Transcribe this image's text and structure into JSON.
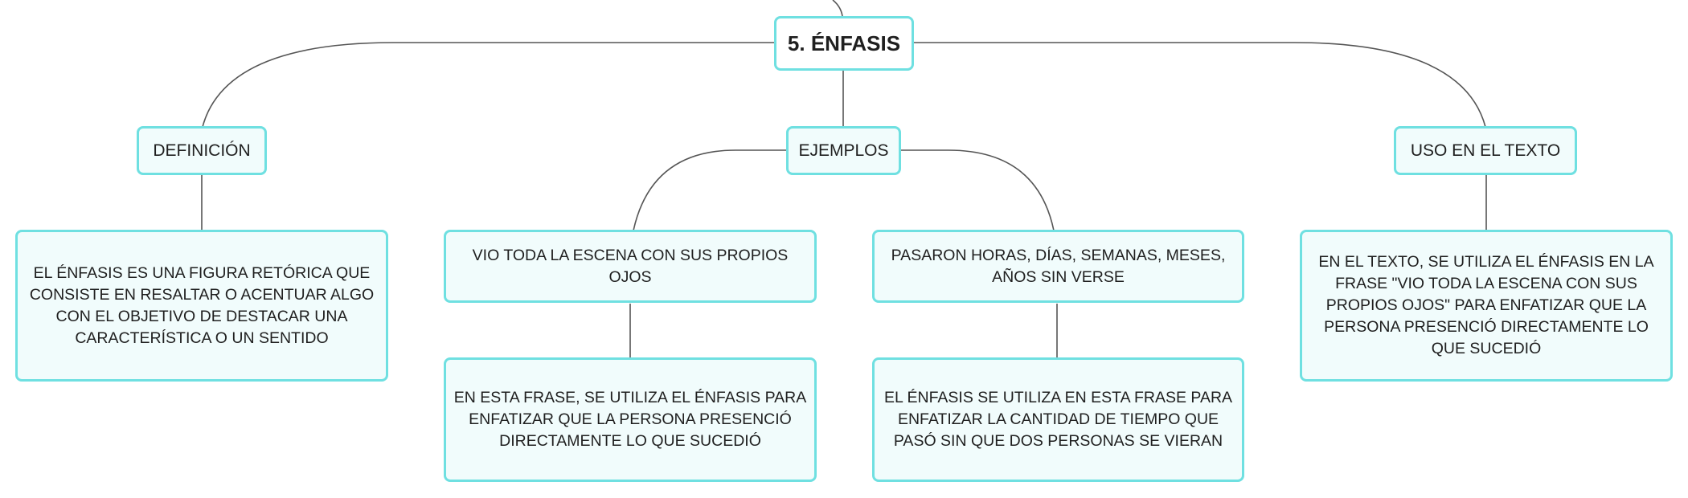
{
  "root": {
    "label": "5. ÉNFASIS"
  },
  "branches": {
    "definicion": {
      "label": "DEFINICIÓN",
      "text": "EL ÉNFASIS ES UNA FIGURA RETÓRICA QUE CONSISTE EN RESALTAR O ACENTUAR ALGO CON EL OBJETIVO DE DESTACAR UNA CARACTERÍSTICA O UN SENTIDO"
    },
    "ejemplos": {
      "label": "EJEMPLOS",
      "items": [
        {
          "example": "VIO TODA LA ESCENA CON SUS PROPIOS OJOS",
          "explanation": "EN ESTA FRASE, SE UTILIZA EL ÉNFASIS PARA ENFATIZAR QUE LA PERSONA PRESENCIÓ DIRECTAMENTE LO QUE SUCEDIÓ"
        },
        {
          "example": "PASARON HORAS, DÍAS, SEMANAS, MESES, AÑOS SIN VERSE",
          "explanation": "EL ÉNFASIS SE UTILIZA EN ESTA FRASE PARA ENFATIZAR LA CANTIDAD DE TIEMPO QUE PASÓ SIN QUE DOS PERSONAS SE VIERAN"
        }
      ]
    },
    "uso": {
      "label": "USO EN EL TEXTO",
      "text": "EN EL TEXTO, SE UTILIZA EL ÉNFASIS EN LA FRASE \"VIO TODA LA ESCENA CON SUS PROPIOS OJOS\" PARA ENFATIZAR QUE LA PERSONA PRESENCIÓ DIRECTAMENTE LO QUE SUCEDIÓ"
    }
  },
  "colors": {
    "node_border": "#6fe0e1",
    "node_fill": "#f1fcfc",
    "connector": "#555555"
  }
}
